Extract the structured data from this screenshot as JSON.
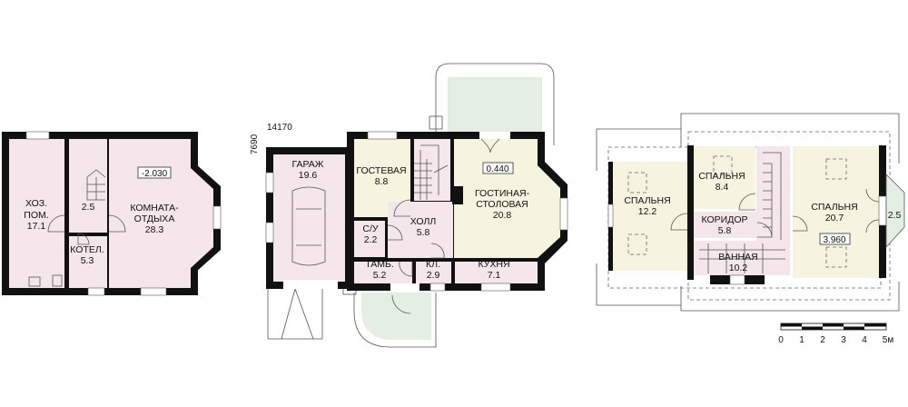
{
  "basement": {
    "rooms": [
      {
        "name": "ХОЗ.",
        "name2": "ПОМ.",
        "area": "17.1"
      },
      {
        "area": "2.5"
      },
      {
        "name": "КОМНАТА-",
        "name2": "ОТДЫХА",
        "area": "28.3"
      },
      {
        "name": "КОТЕЛ.",
        "area": "5.3"
      }
    ],
    "level": "-2.030"
  },
  "ground": {
    "dim_width": "14170",
    "dim_depth": "7690",
    "level": "0.440",
    "rooms": [
      {
        "name": "ГАРАЖ",
        "area": "19.6"
      },
      {
        "name": "ГОСТЕВАЯ",
        "area": "8.8"
      },
      {
        "name": "ГОСТИНАЯ-",
        "name2": "СТОЛОВАЯ",
        "area": "20.8"
      },
      {
        "name": "С/У",
        "area": "2.2"
      },
      {
        "name": "ХОЛЛ",
        "area": "5.8"
      },
      {
        "name": "ТАМБ.",
        "area": "5.2"
      },
      {
        "name": "КЛ.",
        "area": "2.9"
      },
      {
        "name": "КУХНЯ",
        "area": "7.1"
      }
    ]
  },
  "attic": {
    "level": "3.960",
    "rooms": [
      {
        "name": "СПАЛЬНЯ",
        "area": "12.2"
      },
      {
        "name": "СПАЛЬНЯ",
        "area": "8.4"
      },
      {
        "name": "КОРИДОР",
        "area": "5.8"
      },
      {
        "name": "ВАННАЯ",
        "area": "10.2"
      },
      {
        "name": "СПАЛЬНЯ",
        "area": "20.7"
      },
      {
        "area": "2.5"
      }
    ]
  },
  "scale_bar": {
    "ticks": [
      "0",
      "1",
      "2",
      "3",
      "4",
      "5м"
    ]
  },
  "colors": {
    "wall": "#111111",
    "pink": "#f4e6ea",
    "yellow": "#f6f4df",
    "green": "#e5eee4"
  }
}
